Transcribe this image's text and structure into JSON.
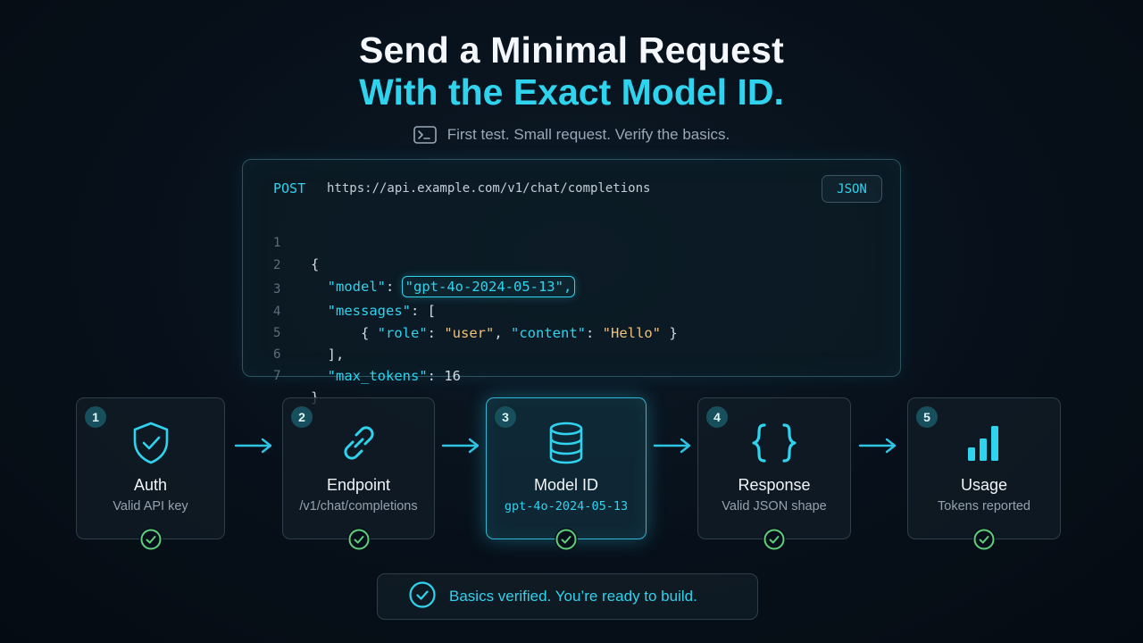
{
  "title": {
    "line1": "Send a Minimal Request",
    "line2": "With the Exact Model ID."
  },
  "subtitle": {
    "icon": "terminal-icon",
    "text": "First test. Small request. Verify the basics."
  },
  "request": {
    "method": "POST",
    "url": "https://api.example.com/v1/chat/completions",
    "format_badge": "JSON",
    "lines": [
      {
        "n": "1"
      },
      {
        "n": "2"
      },
      {
        "n": "3"
      },
      {
        "n": "4"
      },
      {
        "n": "5"
      },
      {
        "n": "6"
      },
      {
        "n": "7"
      }
    ],
    "tokens": {
      "open_brace": "{",
      "close_brace": "}",
      "model_key": "\"model\"",
      "model_value": "\"gpt-4o-2024-05-13\",",
      "messages_key": "\"messages\"",
      "open_bracket": "[",
      "close_bracket": "],",
      "role_key": "\"role\"",
      "role_value": "\"user\"",
      "content_key": "\"content\"",
      "content_value": "\"Hello\"",
      "max_tokens_key": "\"max_tokens\"",
      "max_tokens_value": "16"
    }
  },
  "steps": [
    {
      "number": "1",
      "label": "Auth",
      "detail": "Valid API key",
      "icon": "shield-check-icon",
      "verified": true
    },
    {
      "number": "2",
      "label": "Endpoint",
      "detail": "/v1/chat/completions",
      "icon": "link-icon",
      "verified": true
    },
    {
      "number": "3",
      "label": "Model ID",
      "detail": "gpt-4o-2024-05-13",
      "icon": "database-icon",
      "verified": true
    },
    {
      "number": "4",
      "label": "Response",
      "detail": "Valid JSON shape",
      "icon": "braces-icon",
      "verified": true
    },
    {
      "number": "5",
      "label": "Usage",
      "detail": "Tokens reported",
      "icon": "bar-chart-icon",
      "verified": true
    }
  ],
  "footer": {
    "text": "Basics verified. You’re ready to build.",
    "icon": "check-circle-icon"
  },
  "colors": {
    "accent": "#2fd3ee",
    "string": "#f0c27a",
    "success": "#5fcf7a"
  }
}
